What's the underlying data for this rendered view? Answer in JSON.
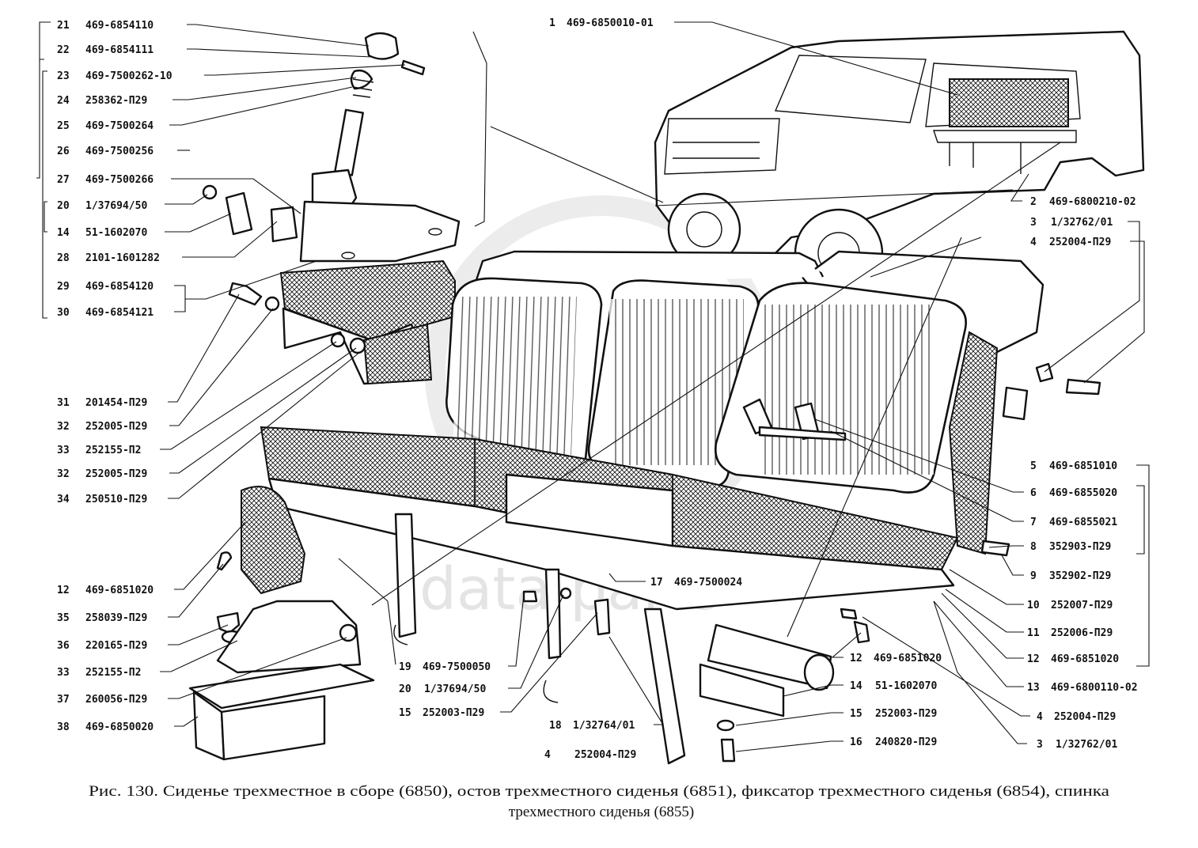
{
  "callouts_left": [
    {
      "num": "21",
      "code": "469-6854110"
    },
    {
      "num": "22",
      "code": "469-6854111"
    },
    {
      "num": "23",
      "code": "469-7500262-10"
    },
    {
      "num": "24",
      "code": "258362-П29"
    },
    {
      "num": "25",
      "code": "469-7500264"
    },
    {
      "num": "26",
      "code": "469-7500256"
    },
    {
      "num": "27",
      "code": "469-7500266"
    },
    {
      "num": "20",
      "code": "1/37694/50"
    },
    {
      "num": "14",
      "code": "51-1602070"
    },
    {
      "num": "28",
      "code": "2101-1601282"
    },
    {
      "num": "29",
      "code": "469-6854120"
    },
    {
      "num": "30",
      "code": "469-6854121"
    },
    {
      "num": "31",
      "code": "201454-П29"
    },
    {
      "num": "32",
      "code": "252005-П29"
    },
    {
      "num": "33",
      "code": "252155-П2"
    },
    {
      "num": "32",
      "code": "252005-П29"
    },
    {
      "num": "34",
      "code": "250510-П29"
    },
    {
      "num": "12",
      "code": "469-6851020"
    },
    {
      "num": "35",
      "code": "258039-П29"
    },
    {
      "num": "36",
      "code": "220165-П29"
    },
    {
      "num": "33",
      "code": "252155-П2"
    },
    {
      "num": "37",
      "code": "260056-П29"
    },
    {
      "num": "38",
      "code": "469-6850020"
    }
  ],
  "callouts_right": [
    {
      "num": "1",
      "code": "469-6850010-01"
    },
    {
      "num": "2",
      "code": "469-6800210-02"
    },
    {
      "num": "3",
      "code": "1/32762/01"
    },
    {
      "num": "4",
      "code": "252004-П29"
    },
    {
      "num": "5",
      "code": "469-6851010"
    },
    {
      "num": "6",
      "code": "469-6855020"
    },
    {
      "num": "7",
      "code": "469-6855021"
    },
    {
      "num": "8",
      "code": "352903-П29"
    },
    {
      "num": "9",
      "code": "352902-П29"
    },
    {
      "num": "10",
      "code": "252007-П29"
    },
    {
      "num": "11",
      "code": "252006-П29"
    },
    {
      "num": "12",
      "code": "469-6851020"
    },
    {
      "num": "13",
      "code": "469-6800110-02"
    },
    {
      "num": "4",
      "code": "252004-П29"
    },
    {
      "num": "3",
      "code": "1/32762/01"
    }
  ],
  "callouts_bottom": [
    {
      "num": "17",
      "code": "469-7500024"
    },
    {
      "num": "19",
      "code": "469-7500050"
    },
    {
      "num": "20",
      "code": "1/37694/50"
    },
    {
      "num": "15",
      "code": "252003-П29"
    },
    {
      "num": "18",
      "code": "1/32764/01"
    },
    {
      "num": "4",
      "code": "252004-П29"
    },
    {
      "num": "12",
      "code": "469-6851020"
    },
    {
      "num": "14",
      "code": "51-1602070"
    },
    {
      "num": "15",
      "code": "252003-П29"
    },
    {
      "num": "16",
      "code": "240820-П29"
    }
  ],
  "caption": {
    "line1": "Рис. 130. Сиденье трехместное в сборе (6850), остов трехместного сиденья (6851), фиксатор трехместного сиденья (6854), спинка",
    "line2": "трехместного сиденья (6855)"
  },
  "watermark": "data parts"
}
